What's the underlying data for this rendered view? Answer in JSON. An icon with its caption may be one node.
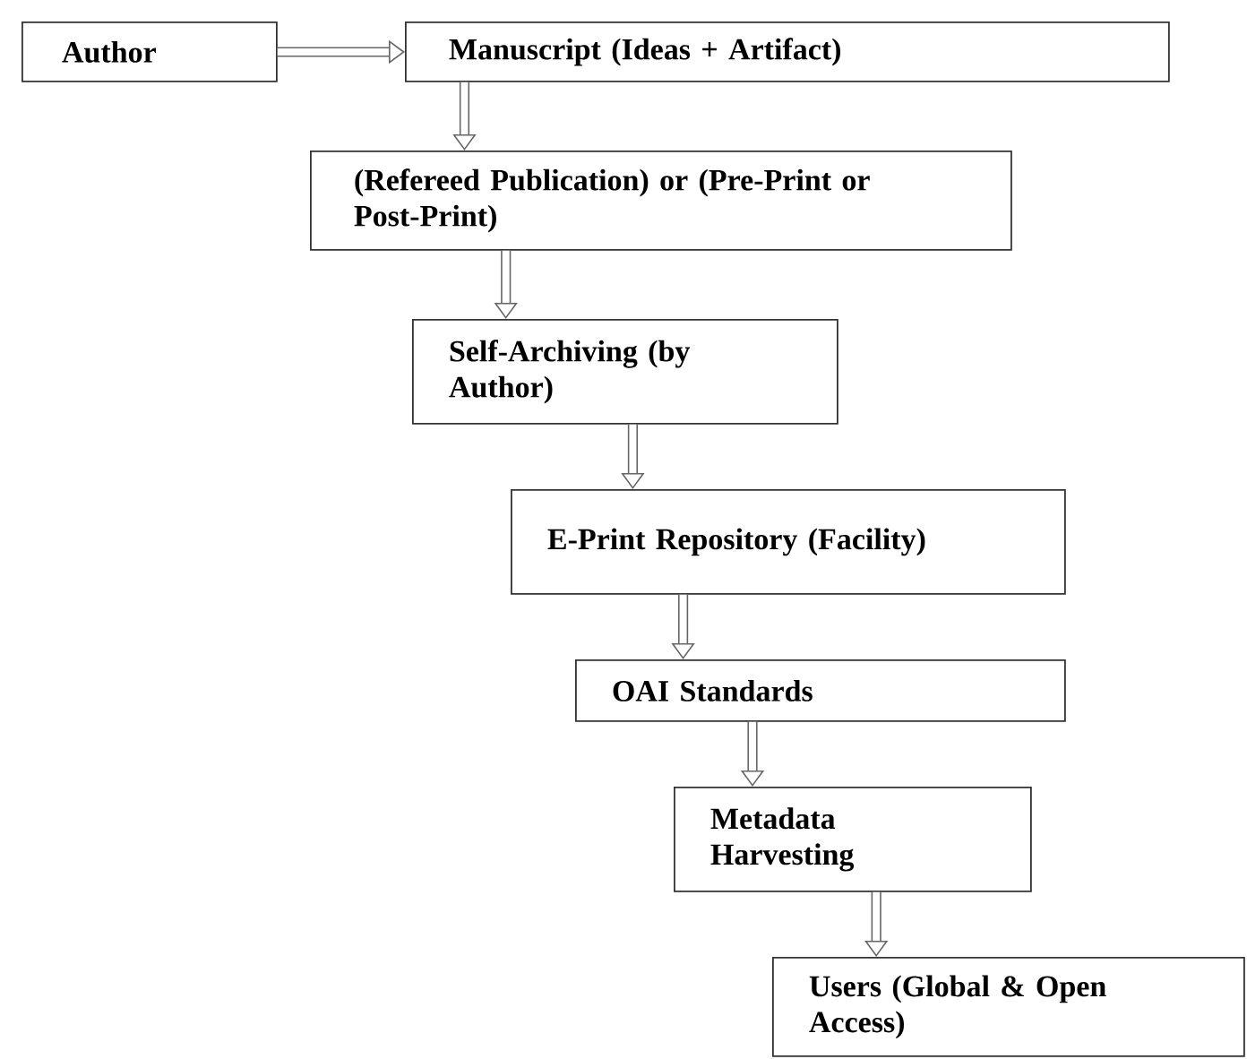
{
  "diagram": {
    "nodes": [
      {
        "text": [
          "Author"
        ]
      },
      {
        "text": [
          "Manuscript (Ideas + Artifact)"
        ]
      },
      {
        "text": [
          "(Refereed Publication) or (Pre-Print or Post-Print)"
        ]
      },
      {
        "text": [
          "Self-Archiving (by Author)"
        ]
      },
      {
        "text": [
          "E-Print Repository (Facility)"
        ]
      },
      {
        "text": [
          "OAI Standards"
        ]
      },
      {
        "text": [
          "Metadata Harvesting"
        ]
      },
      {
        "text": [
          "Users (Global & Open Access)"
        ]
      }
    ],
    "edges": [
      {
        "from": 0,
        "to": 1,
        "arrow": "to"
      },
      {
        "from": 1,
        "to": 2,
        "arrow": "to"
      },
      {
        "from": 2,
        "to": 3,
        "arrow": "to"
      },
      {
        "from": 3,
        "to": 4,
        "arrow": "to"
      },
      {
        "from": 4,
        "to": 5,
        "arrow": "to"
      },
      {
        "from": 5,
        "to": 6,
        "arrow": "to"
      },
      {
        "from": 6,
        "to": 7,
        "arrow": "to"
      }
    ]
  }
}
